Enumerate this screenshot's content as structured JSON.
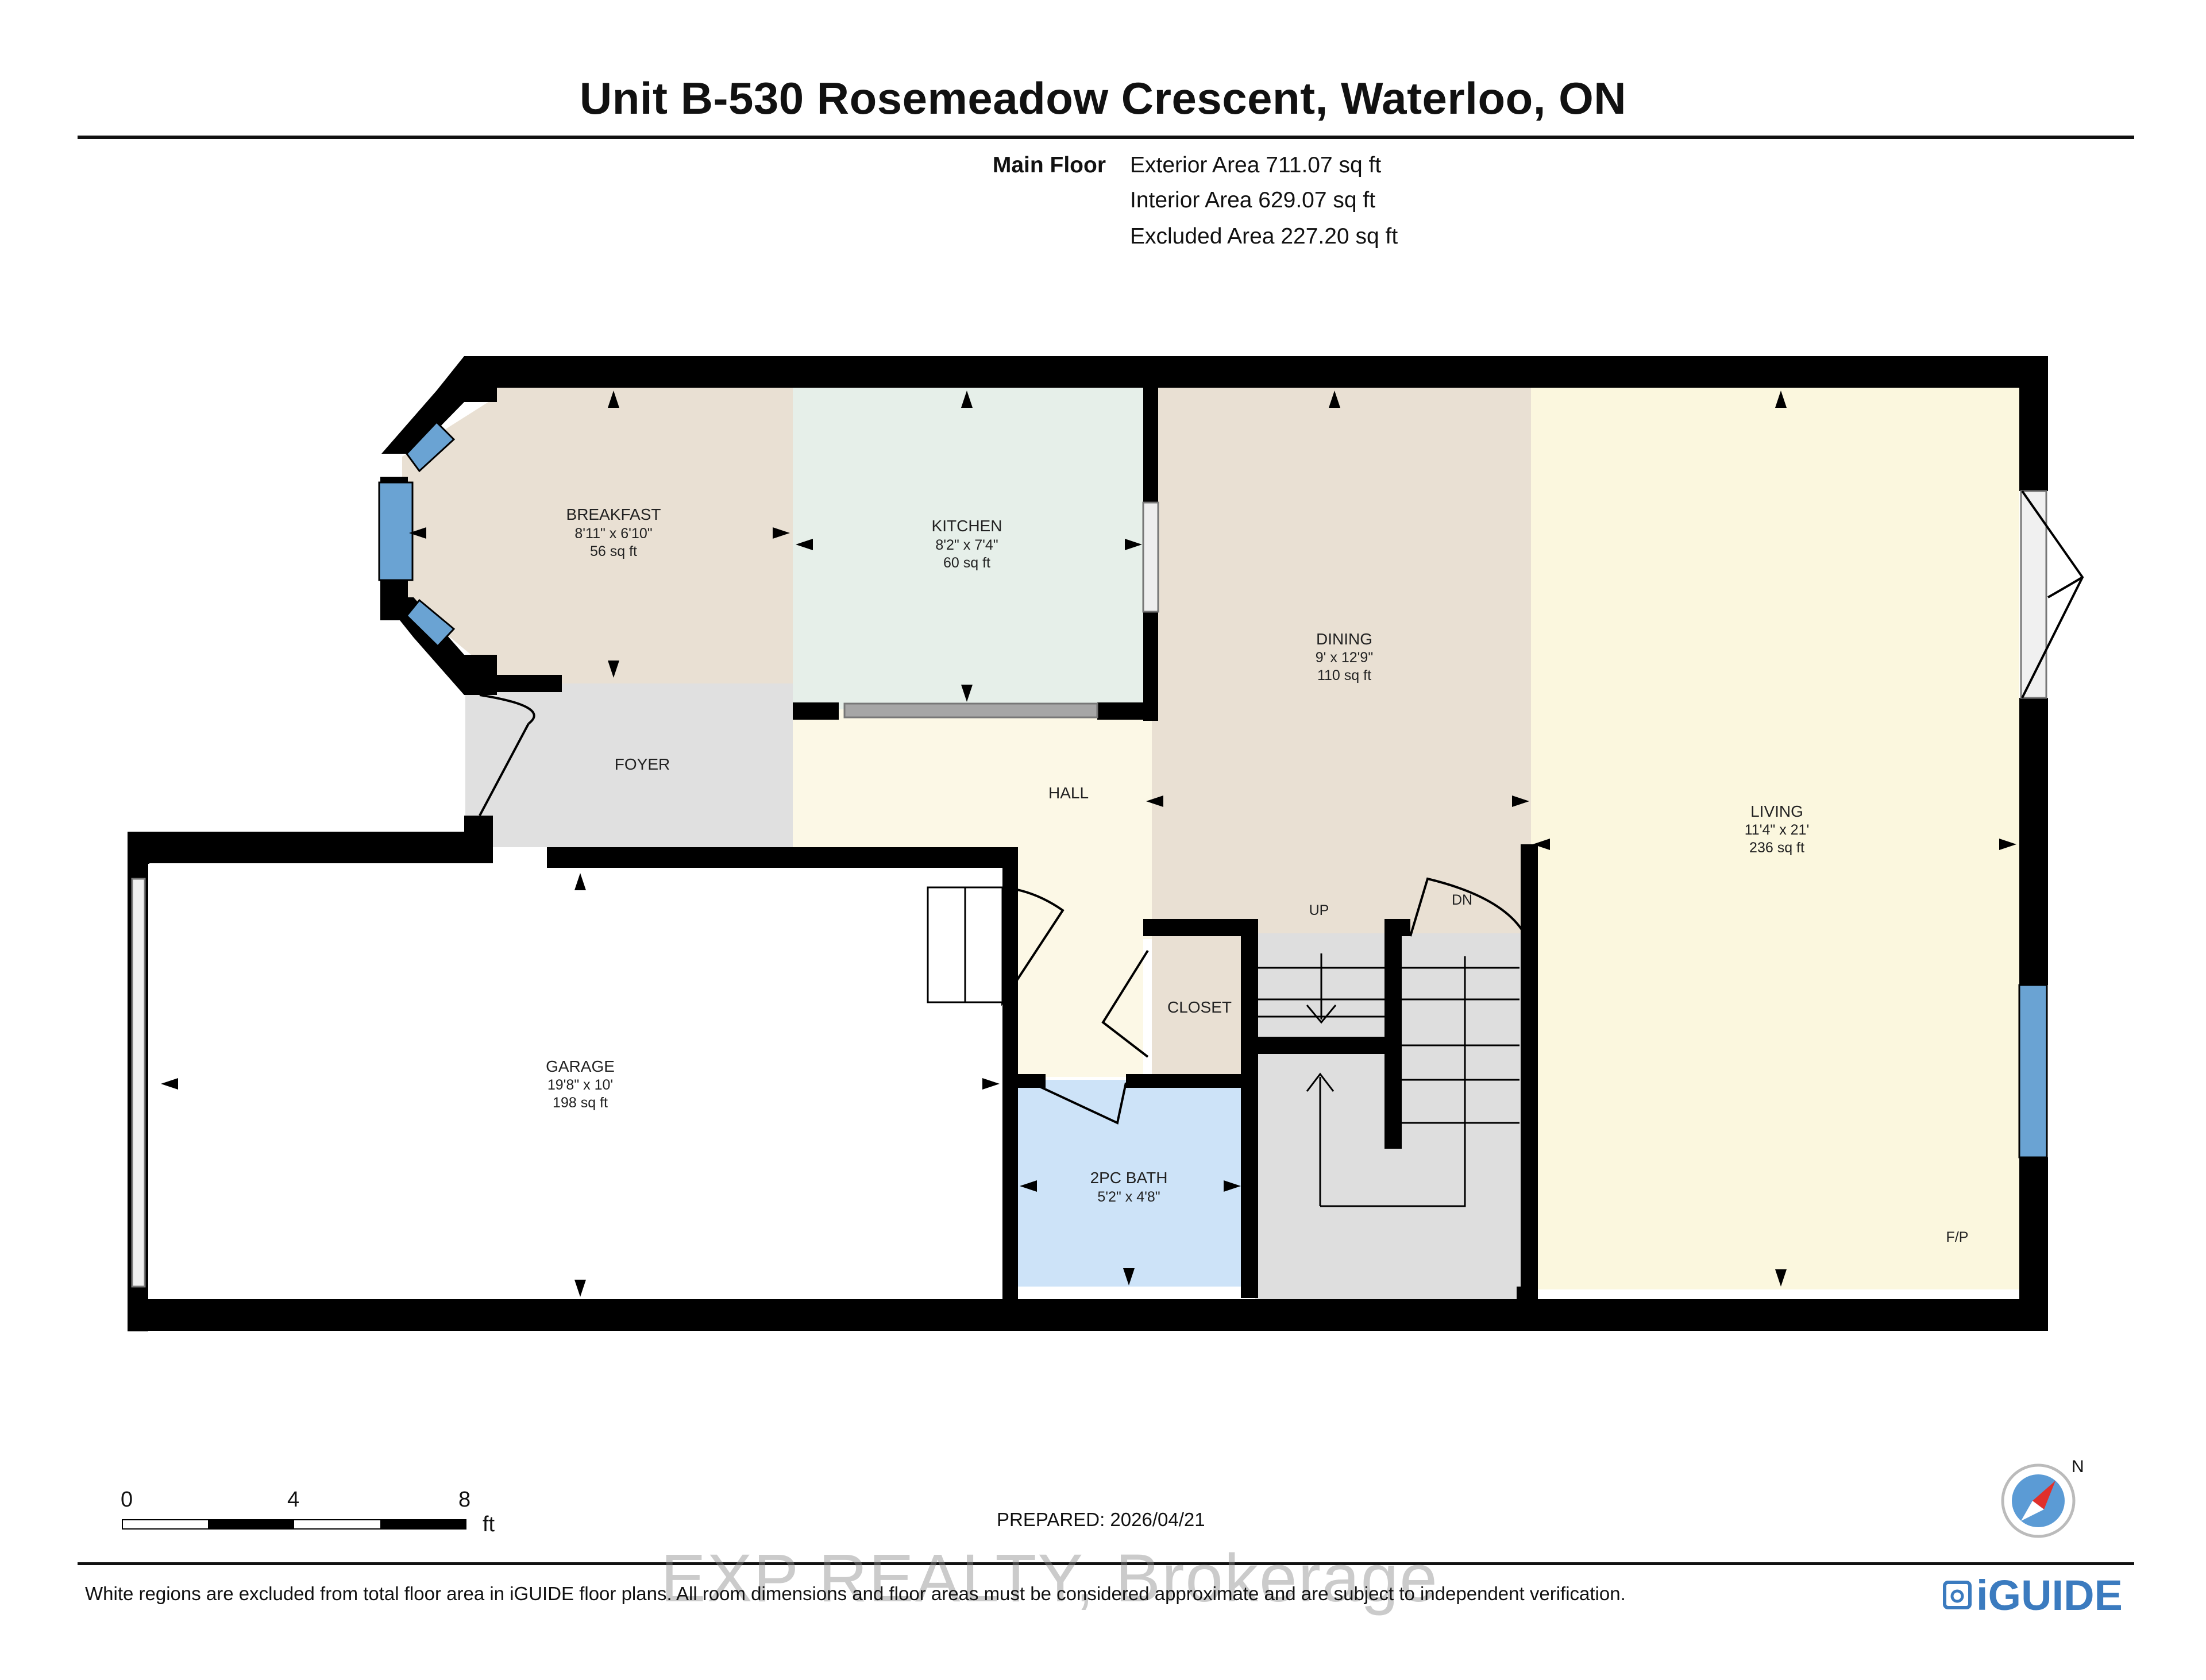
{
  "header": {
    "title": "Unit B-530 Rosemeadow Crescent, Waterloo, ON",
    "floor_label": "Main Floor",
    "exterior_area": "Exterior Area 711.07 sq ft",
    "interior_area": "Interior Area 629.07 sq ft",
    "excluded_area": "Excluded Area 227.20 sq ft"
  },
  "rooms": {
    "breakfast": {
      "name": "BREAKFAST",
      "dims": "8'11\" x 6'10\"",
      "area": "56 sq ft"
    },
    "kitchen": {
      "name": "KITCHEN",
      "dims": "8'2\" x 7'4\"",
      "area": "60 sq ft"
    },
    "dining": {
      "name": "DINING",
      "dims": "9' x 12'9\"",
      "area": "110 sq ft"
    },
    "living": {
      "name": "LIVING",
      "dims": "11'4\" x 21'",
      "area": "236 sq ft"
    },
    "foyer": {
      "name": "FOYER"
    },
    "hall": {
      "name": "HALL"
    },
    "closet": {
      "name": "CLOSET"
    },
    "garage": {
      "name": "GARAGE",
      "dims": "19'8\" x 10'",
      "area": "198 sq ft"
    },
    "bath": {
      "name": "2PC BATH",
      "dims": "5'2\" x 4'8\""
    },
    "stair_up": "UP",
    "stair_down": "DN",
    "fireplace": "F/P"
  },
  "colors": {
    "breakfast": "#e9e0d3",
    "kitchen": "#e6efe9",
    "dining": "#e9e0d3",
    "living": "#fbf7de",
    "hall": "#fcf8e6",
    "foyer": "#e0e0e0",
    "bath": "#cde3f8",
    "closet": "#e9e0d3",
    "stairs": "#dedede",
    "wall": "#000000",
    "window": "#6aa3d3"
  },
  "scale": {
    "tick_0": "0",
    "tick_4": "4",
    "tick_8": "8",
    "unit": "ft"
  },
  "footer": {
    "prepared": "PREPARED: 2026/04/21",
    "disclaimer": "White regions are excluded from total floor area in iGUIDE floor plans. All room dimensions and floor areas must be considered approximate and are subject to independent verification.",
    "watermark": "EXP REALTY, Brokerage",
    "brand": "iGUIDE",
    "compass_label": "N"
  }
}
